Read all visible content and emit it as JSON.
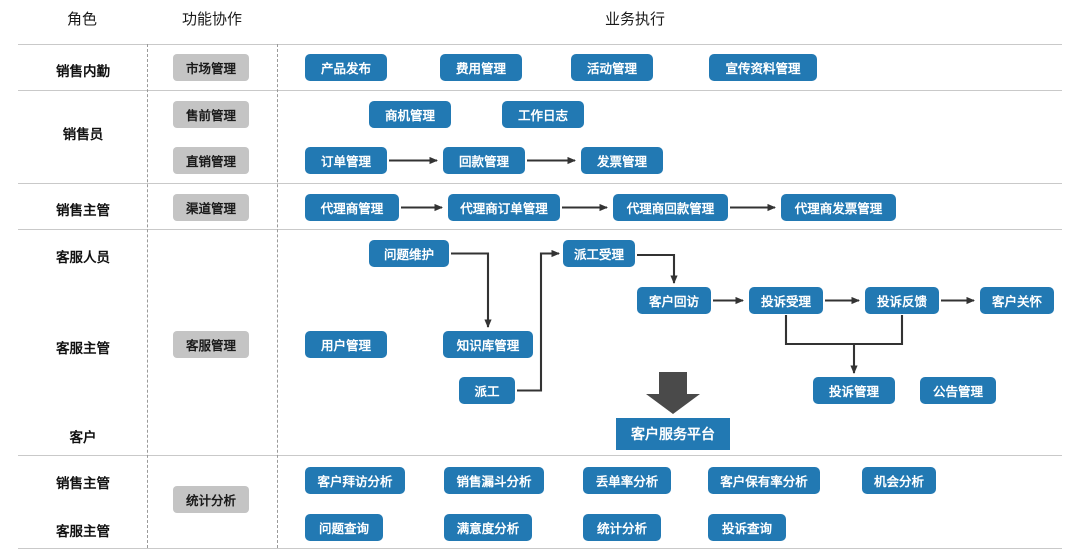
{
  "diagram": {
    "title_present": false,
    "colors": {
      "box_blue": "#2279b3",
      "chip_grey": "#c4c4c4",
      "wire": "#333333",
      "big_arrow": "#4a4a4a",
      "rule": "#c9c9c9",
      "dash": "#9a9a9a"
    },
    "columns": [
      {
        "key": "role",
        "label": "角色"
      },
      {
        "key": "function",
        "label": "功能协作"
      },
      {
        "key": "business",
        "label": "业务执行"
      }
    ],
    "roles": [
      {
        "id": "r1",
        "label": "销售内勤"
      },
      {
        "id": "r2",
        "label": "销售员"
      },
      {
        "id": "r3",
        "label": "销售主管"
      },
      {
        "id": "r4",
        "label": "客服人员"
      },
      {
        "id": "r5",
        "label": "客服主管"
      },
      {
        "id": "r6",
        "label": "客户"
      },
      {
        "id": "r7",
        "label": "销售主管"
      },
      {
        "id": "r8",
        "label": "客服主管"
      }
    ],
    "chips": [
      {
        "id": "c1",
        "label": "市场管理"
      },
      {
        "id": "c2",
        "label": "售前管理"
      },
      {
        "id": "c3",
        "label": "直销管理"
      },
      {
        "id": "c4",
        "label": "渠道管理"
      },
      {
        "id": "c5",
        "label": "客服管理"
      },
      {
        "id": "c6",
        "label": "统计分析"
      }
    ],
    "boxes": [
      {
        "id": "b_chanpinfabu",
        "label": "产品发布"
      },
      {
        "id": "b_feiyong",
        "label": "费用管理"
      },
      {
        "id": "b_huodong",
        "label": "活动管理"
      },
      {
        "id": "b_xuanchuan",
        "label": "宣传资料管理"
      },
      {
        "id": "b_shangji",
        "label": "商机管理"
      },
      {
        "id": "b_gongzuorizhi",
        "label": "工作日志"
      },
      {
        "id": "b_dingdan",
        "label": "订单管理"
      },
      {
        "id": "b_huikuan",
        "label": "回款管理"
      },
      {
        "id": "b_fapiao",
        "label": "发票管理"
      },
      {
        "id": "b_dls",
        "label": "代理商管理"
      },
      {
        "id": "b_dls_dingdan",
        "label": "代理商订单管理"
      },
      {
        "id": "b_dls_huikuan",
        "label": "代理商回款管理"
      },
      {
        "id": "b_dls_fapiao",
        "label": "代理商发票管理"
      },
      {
        "id": "b_wentiweihu",
        "label": "问题维护"
      },
      {
        "id": "b_paigongshouli",
        "label": "派工受理"
      },
      {
        "id": "b_kehuhuifang",
        "label": "客户回访"
      },
      {
        "id": "b_tousushouli",
        "label": "投诉受理"
      },
      {
        "id": "b_tousufankui",
        "label": "投诉反馈"
      },
      {
        "id": "b_kehuguanhuai",
        "label": "客户关怀"
      },
      {
        "id": "b_yonghu",
        "label": "用户管理"
      },
      {
        "id": "b_zhishiku",
        "label": "知识库管理"
      },
      {
        "id": "b_paigong",
        "label": "派工"
      },
      {
        "id": "b_tousuguanli",
        "label": "投诉管理"
      },
      {
        "id": "b_gonggao",
        "label": "公告管理"
      },
      {
        "id": "b_pingtai",
        "label": "客户服务平台"
      },
      {
        "id": "b_baifang",
        "label": "客户拜访分析"
      },
      {
        "id": "b_loudou",
        "label": "销售漏斗分析"
      },
      {
        "id": "b_diudan",
        "label": "丢单率分析"
      },
      {
        "id": "b_baoyou",
        "label": "客户保有率分析"
      },
      {
        "id": "b_jihui",
        "label": "机会分析"
      },
      {
        "id": "b_wentichaxun",
        "label": "问题查询"
      },
      {
        "id": "b_manyidu",
        "label": "满意度分析"
      },
      {
        "id": "b_tongjifenxi",
        "label": "统计分析"
      },
      {
        "id": "b_tousuchaxun",
        "label": "投诉查询"
      }
    ],
    "flows": [
      {
        "from": "b_dingdan",
        "to": "b_huikuan",
        "style": "straight-right"
      },
      {
        "from": "b_huikuan",
        "to": "b_fapiao",
        "style": "straight-right"
      },
      {
        "from": "b_dls",
        "to": "b_dls_dingdan",
        "style": "straight-right"
      },
      {
        "from": "b_dls_dingdan",
        "to": "b_dls_huikuan",
        "style": "straight-right"
      },
      {
        "from": "b_dls_huikuan",
        "to": "b_dls_fapiao",
        "style": "straight-right"
      },
      {
        "from": "b_wentiweihu",
        "to": "b_zhishiku",
        "style": "elbow-down"
      },
      {
        "from": "b_paigong",
        "to": "b_paigongshouli",
        "style": "elbow-right-up"
      },
      {
        "from": "b_paigongshouli",
        "to": "b_kehuhuifang",
        "style": "elbow-down"
      },
      {
        "from": "b_kehuhuifang",
        "to": "b_tousushouli",
        "style": "straight-right"
      },
      {
        "from": "b_tousushouli",
        "to": "b_tousufankui",
        "style": "straight-right"
      },
      {
        "from": "b_tousufankui",
        "to": "b_kehuguanhuai",
        "style": "straight-right"
      },
      {
        "from": "b_tousushouli",
        "to": "b_tousuguanli",
        "style": "merge-down"
      },
      {
        "from": "b_tousufankui",
        "to": "b_tousuguanli",
        "style": "merge-down"
      },
      {
        "from": "customer-service-group",
        "to": "b_pingtai",
        "style": "thick-down-arrow"
      }
    ]
  }
}
